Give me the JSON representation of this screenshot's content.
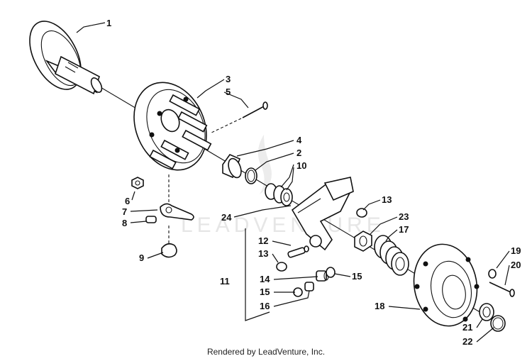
{
  "watermark": "LEADVENTURE",
  "credit": "Rendered by LeadVenture, Inc.",
  "callouts": {
    "c1": "1",
    "c2": "2",
    "c3": "3",
    "c4": "4",
    "c5": "5",
    "c6": "6",
    "c7": "7",
    "c8": "8",
    "c9": "9",
    "c10": "10",
    "c11": "11",
    "c12": "12",
    "c13a": "13",
    "c13b": "13",
    "c14": "14",
    "c15a": "15",
    "c15b": "15",
    "c16": "16",
    "c17": "17",
    "c18": "18",
    "c19": "19",
    "c20": "20",
    "c21": "21",
    "c22": "22",
    "c23": "23",
    "c24": "24"
  }
}
